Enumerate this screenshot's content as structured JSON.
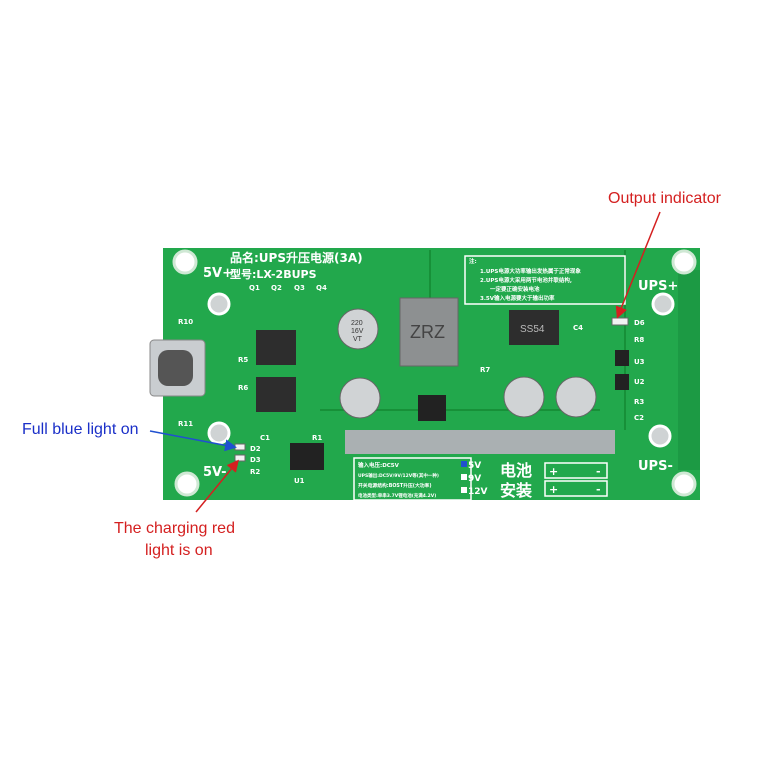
{
  "annotations": {
    "output_indicator": "Output indicator",
    "blue_light": "Full blue light on",
    "red_light_line1": "The charging red",
    "red_light_line2": "light is on"
  },
  "colors": {
    "board": "#22a84c",
    "board_dark": "#17913d",
    "annotation_red": "#d42020",
    "annotation_blue": "#1a2fc8",
    "arrow_red": "#d42020",
    "arrow_blue": "#2050d0"
  },
  "board": {
    "product_name": "品名:UPS升压电源(3A)",
    "model": "型号:LX-2BUPS",
    "power_plus": "5V+",
    "power_minus": "5V-",
    "ups_plus": "UPS+",
    "ups_minus": "UPS-",
    "inductor": "ZRZ",
    "diode": "SS54",
    "capacitor": [
      "220",
      "16V",
      "VT"
    ],
    "refs": {
      "q1": "Q1",
      "q2": "Q2",
      "q3": "Q3",
      "q4": "Q4",
      "r10": "R10",
      "r5": "R5",
      "r6": "R6",
      "r11": "R11",
      "c1": "C1",
      "r1": "R1",
      "u1": "U1",
      "d2": "D2",
      "d3": "D3",
      "r2": "R2",
      "d6": "D6",
      "r8": "R8",
      "u3": "U3",
      "u2": "U2",
      "r3": "R3",
      "c2": "C2",
      "c4": "C4",
      "r7": "R7"
    },
    "notes": {
      "title": "注:",
      "line1": "1.UPS电源大功率输出发热属于正常现象",
      "line2": "2.UPS电源大采用两节电池并联结构,",
      "line3": "一定要正确安装电池",
      "line4": "3.5V输入电源要大于输出功率"
    },
    "specs": {
      "line1": "输入电压:DC5V",
      "line2": "UPS输出:DC5V/9V/12V等(其中一种)",
      "line3": "开关电源结构:BOST升压(大功率)",
      "line4": "电池类型:单串3.7V锂电池(充满4.2V)"
    },
    "voltage_options": [
      "5V",
      "9V",
      "12V"
    ],
    "selected_voltage": "5V",
    "battery_label_1": "电池",
    "battery_label_2": "安装",
    "battery_plus": "+",
    "battery_minus": "-"
  }
}
